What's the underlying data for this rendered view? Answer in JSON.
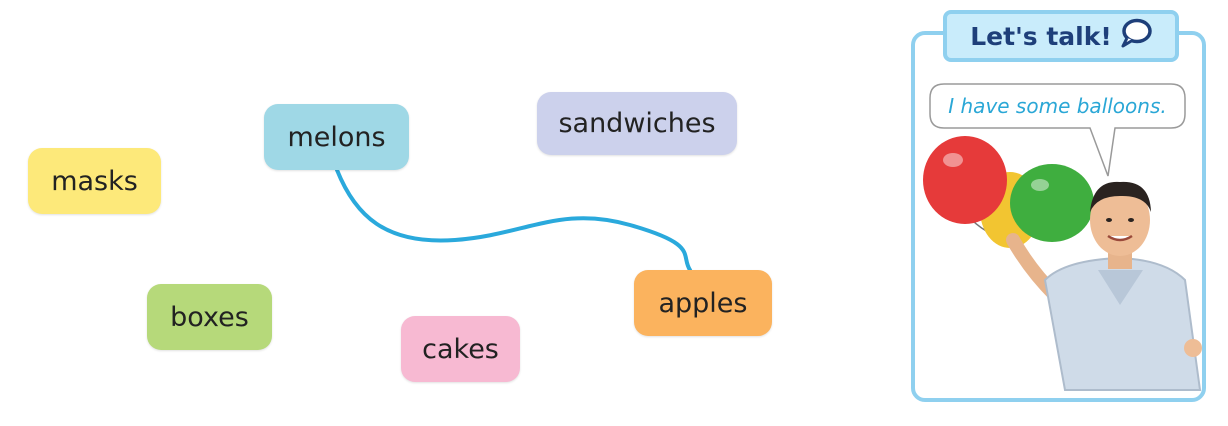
{
  "words": [
    {
      "id": "masks",
      "label": "masks",
      "color": "#fde97a"
    },
    {
      "id": "melons",
      "label": "melons",
      "color": "#9fd8e6"
    },
    {
      "id": "sandwiches",
      "label": "sandwiches",
      "color": "#ccd1ec"
    },
    {
      "id": "boxes",
      "label": "boxes",
      "color": "#b6d97a"
    },
    {
      "id": "cakes",
      "label": "cakes",
      "color": "#f7b9d2"
    },
    {
      "id": "apples",
      "label": "apples",
      "color": "#fbb35e"
    }
  ],
  "connection": {
    "from": "melons",
    "to": "apples",
    "color": "#2aa9dc"
  },
  "talk_panel": {
    "title": "Let's talk!",
    "speech": "I have some balloons.",
    "accent": "#8fd0ef"
  },
  "icons": [
    "speech-bubble-icon"
  ],
  "balloons": {
    "colors": [
      "#e63a3a",
      "#f2c531",
      "#3fae3f"
    ]
  }
}
